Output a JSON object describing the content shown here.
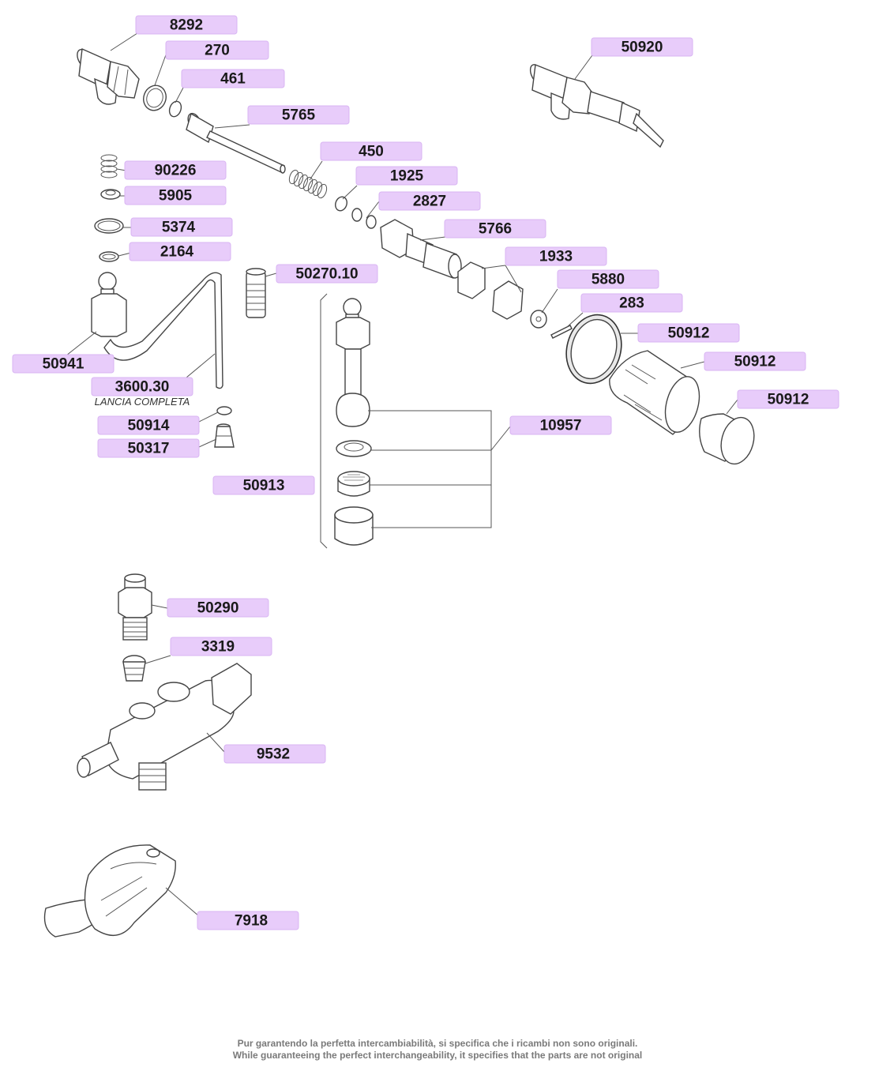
{
  "labels": [
    {
      "id": "p8292",
      "text": "8292"
    },
    {
      "id": "p270",
      "text": "270"
    },
    {
      "id": "p461",
      "text": "461"
    },
    {
      "id": "p5765",
      "text": "5765"
    },
    {
      "id": "p450",
      "text": "450"
    },
    {
      "id": "p1925",
      "text": "1925"
    },
    {
      "id": "p2827",
      "text": "2827"
    },
    {
      "id": "p5766",
      "text": "5766"
    },
    {
      "id": "p1933",
      "text": "1933"
    },
    {
      "id": "p5880",
      "text": "5880"
    },
    {
      "id": "p283",
      "text": "283"
    },
    {
      "id": "p50912a",
      "text": "50912"
    },
    {
      "id": "p50912b",
      "text": "50912"
    },
    {
      "id": "p50912c",
      "text": "50912"
    },
    {
      "id": "p50920",
      "text": "50920"
    },
    {
      "id": "p90226",
      "text": "90226"
    },
    {
      "id": "p5905",
      "text": "5905"
    },
    {
      "id": "p5374",
      "text": "5374"
    },
    {
      "id": "p2164",
      "text": "2164"
    },
    {
      "id": "p50270",
      "text": "50270.10"
    },
    {
      "id": "p50941",
      "text": "50941"
    },
    {
      "id": "p3600",
      "text": "3600.30"
    },
    {
      "id": "p50914",
      "text": "50914"
    },
    {
      "id": "p50317",
      "text": "50317"
    },
    {
      "id": "p50913",
      "text": "50913"
    },
    {
      "id": "p10957",
      "text": "10957"
    },
    {
      "id": "p50290",
      "text": "50290"
    },
    {
      "id": "p3319",
      "text": "3319"
    },
    {
      "id": "p9532",
      "text": "9532"
    },
    {
      "id": "p7918",
      "text": "7918"
    }
  ],
  "lance_caption": "LANCIA COMPLETA",
  "footer": {
    "line_it": "Pur garantendo la perfetta intercambiabilità, si specifica che i ricambi non sono originali.",
    "line_en": "While guaranteeing the perfect interchangeability, it specifies that the parts are not original"
  }
}
